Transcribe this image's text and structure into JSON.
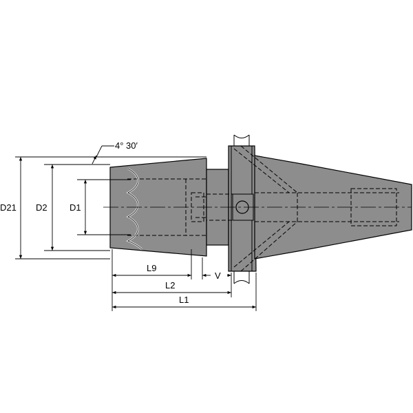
{
  "labels": {
    "angle": "4° 30′",
    "d21": "D21",
    "d2": "D2",
    "d1": "D1",
    "l9": "L9",
    "l2": "L2",
    "l1": "L1",
    "v": "V"
  }
}
